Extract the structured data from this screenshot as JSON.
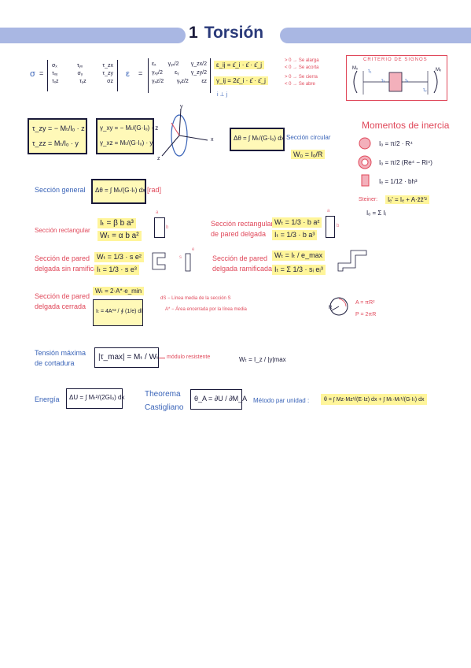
{
  "header": {
    "number": "1",
    "title": "Torsión"
  },
  "stress_tensor": {
    "sym": "σ",
    "rows": [
      [
        "σₓ",
        "τᵧₓ",
        "τ_zx"
      ],
      [
        "τₓᵧ",
        "σᵧ",
        "τ_zy"
      ],
      [
        "τₓz",
        "τᵧz",
        "σz"
      ]
    ]
  },
  "strain_tensor": {
    "sym": "ε",
    "rows": [
      [
        "εₓ",
        "γᵧₓ/2",
        "γ_zx/2"
      ],
      [
        "γₓᵧ/2",
        "εᵧ",
        "γ_zy/2"
      ],
      [
        "γₓz/2",
        "γᵧz/2",
        "εz"
      ]
    ]
  },
  "strain_eqs": {
    "eq1": "ε_ij = ε̄_i · ε̄ · ε̄_j",
    "eq2": "γ_ij = 2ε̄_i · ε̄ · ε̄_j",
    "note1a": "> 0 → Se alarga",
    "note1b": "< 0 → Se acorta",
    "note2a": "> 0 → Se cierra",
    "note2b": "< 0 → Se abre",
    "perp": "i ⊥ j"
  },
  "sign_criteria": {
    "title": "CRITERIO DE SIGNOS",
    "mx_left": "Mₓ",
    "mx_right": "Mₓ",
    "tau1": "τ₁",
    "tau2": "τ₂",
    "tl": "τₓ",
    "tr": "τₓ"
  },
  "formulas_tau": {
    "f1": "τ_zy = − Mₜ/Iₒ · z",
    "f2": "τ_zz = Mₜ/Iₒ · y"
  },
  "formulas_gamma": {
    "f1": "γ_xy = − Mₜ/(G·Iₒ) · z",
    "f2": "γ_xz = Mₜ/(G·Iₒ) · y"
  },
  "axes": {
    "x": "x",
    "y": "y",
    "z": "z"
  },
  "angle_eq": "Δθ = ∫ Mₜ/(G·Iₒ) dx",
  "circular": {
    "label": "Sección circular",
    "wo": "W₀ = Iₒ/R"
  },
  "inertia": {
    "title": "Momentos de inercia",
    "i1": "Iₒ = π/2 · R⁴",
    "i2": "Iₒ = π/2 (Re⁴ − Ri⁴)",
    "i3": "Iₑ = 1/12 · bh³",
    "steiner_label": "Steiner:",
    "steiner": "Iₑ' = Iₑ + A·z̄z̄'²",
    "sum": "Iₒ = Σ Iᵢ"
  },
  "general": {
    "label": "Sección general",
    "eq": "Δθ = ∫ Mₜ/(G·Iₜ) dx",
    "unit": "[rad]"
  },
  "rect": {
    "label": "Sección rectangular",
    "it": "Iₜ = β b a³",
    "wt": "Wₜ = α b a²",
    "a": "a",
    "b": "b"
  },
  "rect_thin": {
    "label1": "Sección rectangular",
    "label2": "de pared delgada",
    "wt": "Wₜ = 1/3 · b a²",
    "it": "Iₜ = 1/3 · b a³",
    "a": "a",
    "b": "b"
  },
  "thin_open": {
    "label1": "Sección de pared",
    "label2": "delgada sin ramificar",
    "wt": "Wₜ = 1/3 · s e²",
    "it": "Iₜ = 1/3 · s e³",
    "s": "s",
    "e": "e"
  },
  "thin_branched": {
    "label1": "Sección de pared",
    "label2": "delgada ramificada",
    "wt": "Wₜ = Iₜ / e_max",
    "it": "Iₜ = Σ 1/3 · sᵢ eᵢ³"
  },
  "thin_closed": {
    "label1": "Sección de pared",
    "label2": "delgada cerrada",
    "wt": "Wₜ = 2·A*·e_min",
    "it": "Iₜ = 4A*² / ∮ (1/e) dl",
    "note1": "dS − Línea media de la sección S",
    "note2": "A* − Área encerrada por la línea media",
    "a_eq": "A = πR²",
    "p_eq": "P = 2πR",
    "r": "R"
  },
  "shear": {
    "label1": "Tensión máxima",
    "label2": "de cortadura",
    "eq": "|τ_max| = Mₜ / Wₜ",
    "note": "módulo resistente",
    "wt": "Wₜ = I_z / |y|max"
  },
  "energy": {
    "label": "Energía",
    "eq": "ΔU = ∫ Mₜ²/(2GIₒ) dx"
  },
  "castigliano": {
    "label1": "Theorema",
    "label2": "Castigliano",
    "eq": "θ_A = ∂U / ∂M_A"
  },
  "unit_method": {
    "label": "Método par unidad :",
    "eq": "θ = ∫ Mz·Mz¹/(E·Iz) dx + ∫ Mₜ·Mₜ¹/(G·Iₜ) dx"
  }
}
